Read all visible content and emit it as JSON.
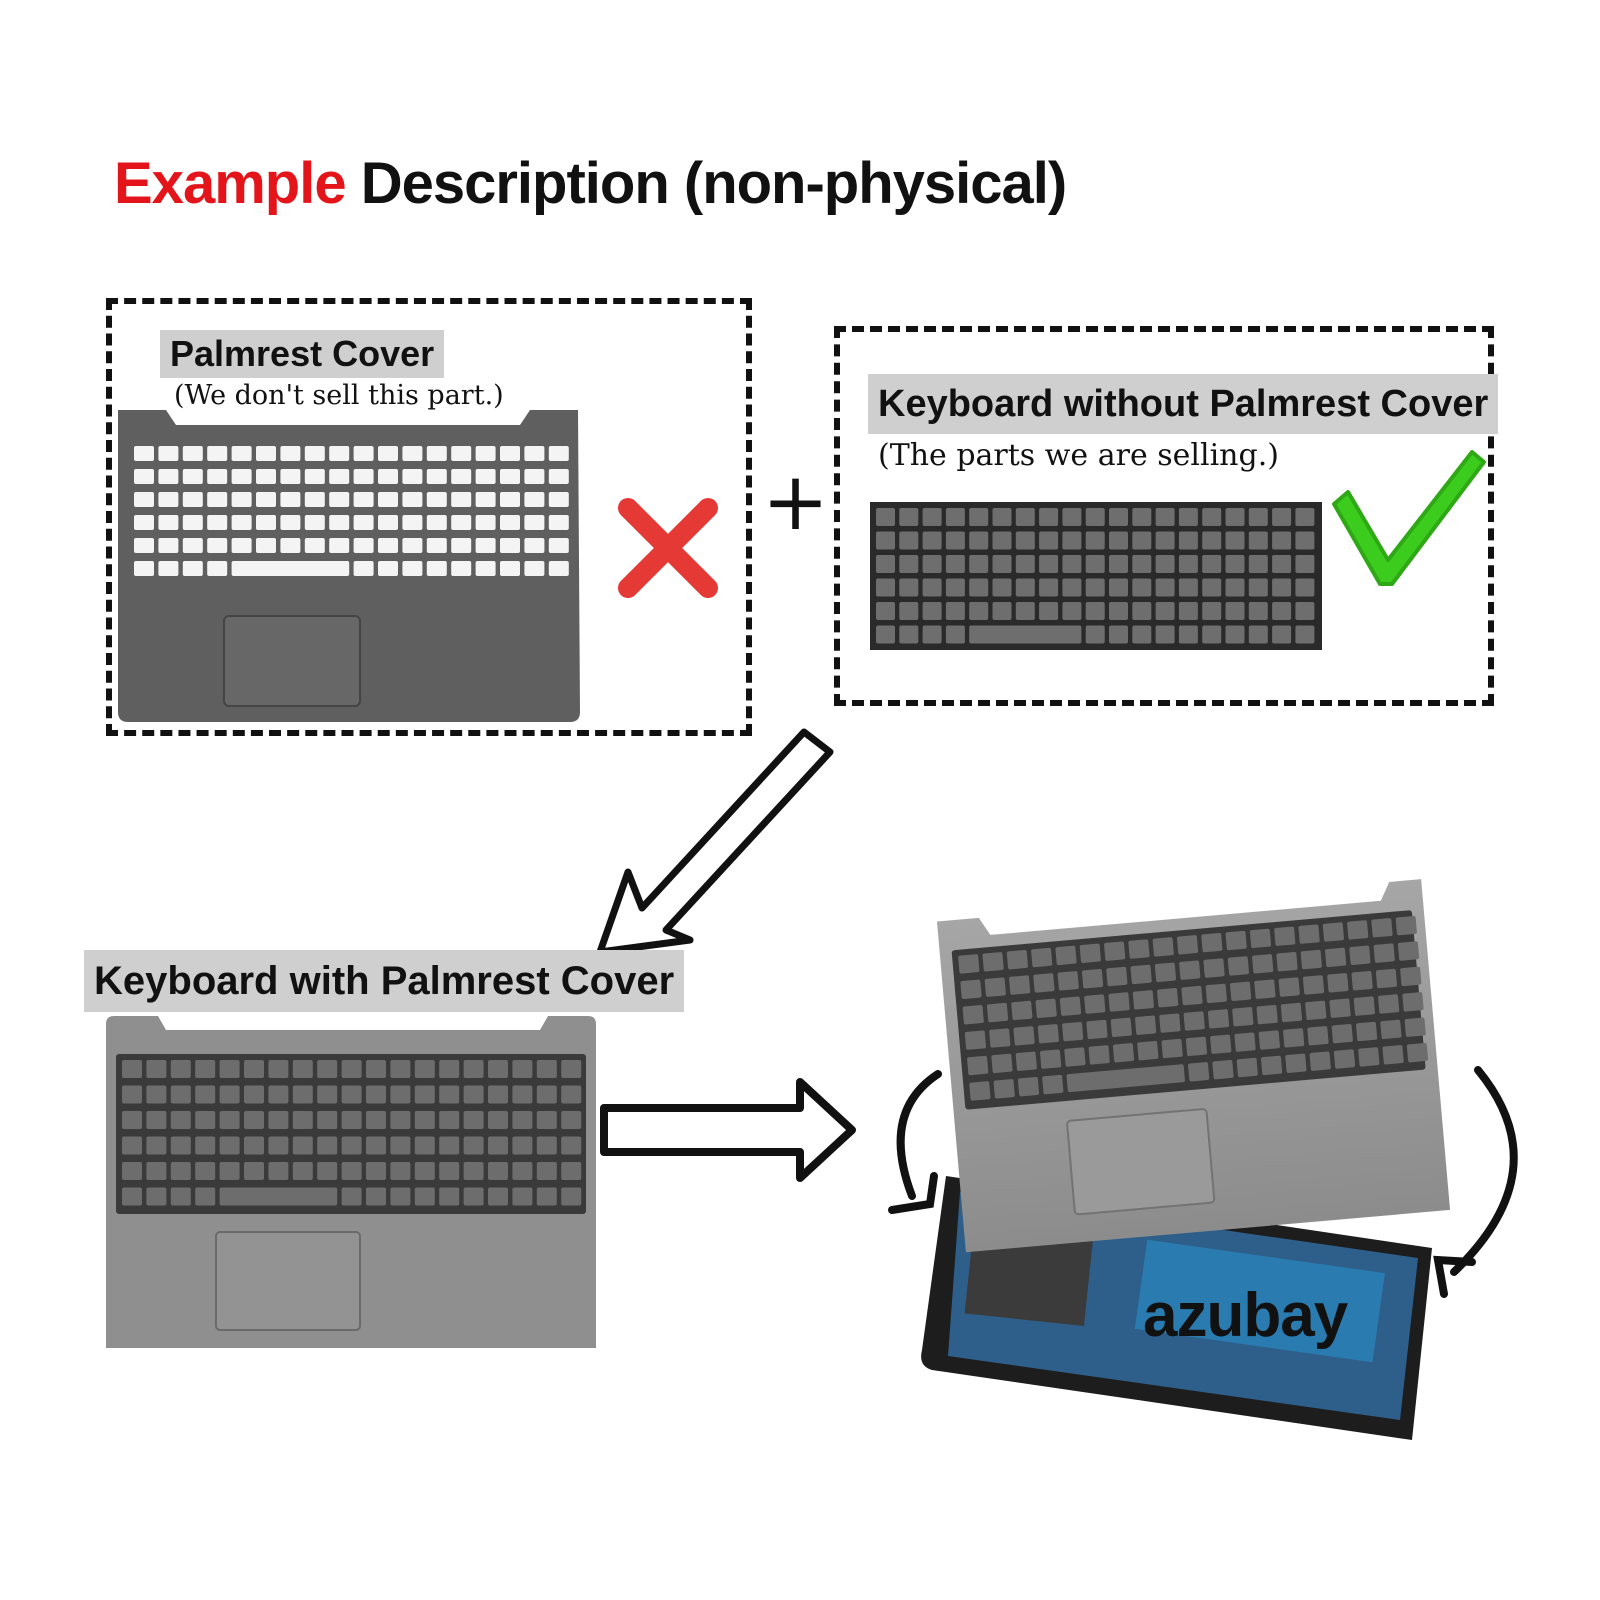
{
  "title": {
    "accent": "Example",
    "rest": "Description (non-physical)"
  },
  "panel_left": {
    "label": "Palmrest Cover",
    "note": "(We don't sell this part.)"
  },
  "panel_right": {
    "label": "Keyboard without Palmrest Cover",
    "note": "(The parts we are selling.)"
  },
  "combined": {
    "label": "Keyboard with Palmrest Cover"
  },
  "plus_symbol": "+",
  "watermark": "azubay",
  "colors": {
    "accent": "#e4141b",
    "cross": "#e53935",
    "check": "#3ccc1e",
    "label_bg": "#cfcfcf"
  },
  "icons": {
    "cross": "cross-mark-icon",
    "check": "check-mark-icon"
  }
}
